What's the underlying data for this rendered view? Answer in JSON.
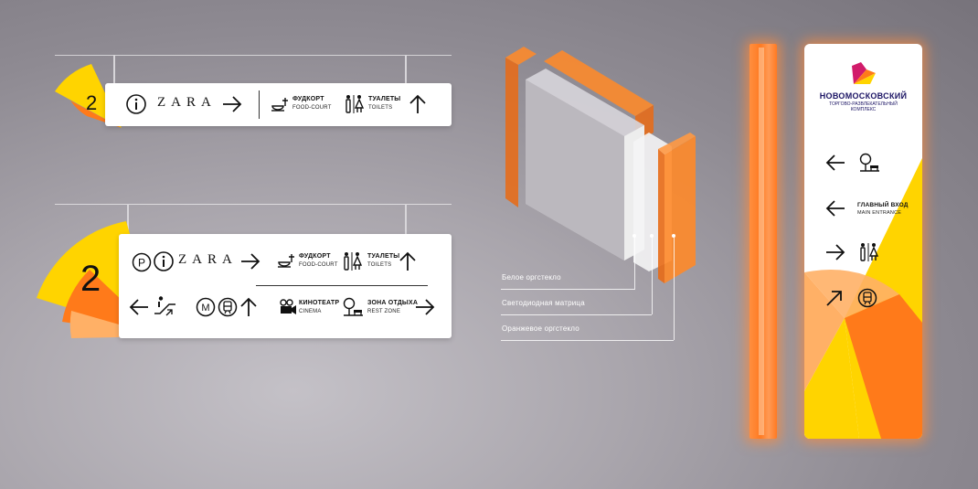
{
  "sign_small": {
    "floor": "2",
    "brand": "ZARA",
    "food": {
      "ru": "ФУДКОРТ",
      "en": "FOOD-COURT"
    },
    "toilets": {
      "ru": "ТУАЛЕТЫ",
      "en": "TOILETS"
    }
  },
  "sign_large": {
    "floor": "2",
    "brand": "ZARA",
    "parking": "P",
    "metro": "M",
    "food": {
      "ru": "ФУДКОРТ",
      "en": "FOOD-COURT"
    },
    "toilets": {
      "ru": "ТУАЛЕТЫ",
      "en": "TOILETS"
    },
    "cinema": {
      "ru": "КИНОТЕАТР",
      "en": "CINEMA"
    },
    "rest": {
      "ru": "ЗОНА ОТДЫХА",
      "en": "REST ZONE"
    }
  },
  "diagram": {
    "callouts": [
      "Белое оргстекло",
      "Светодиодная матрица",
      "Оранжевое оргстекло"
    ]
  },
  "totem": {
    "brand": "НОВОМОСКОВСКИЙ",
    "subtitle_1": "ТОРГОВО-РАЗВЛЕКАТЕЛЬНЫЙ",
    "subtitle_2": "КОМПЛЕКС",
    "main_entrance": {
      "ru": "ГЛАВНЫЙ ВХОД",
      "en": "MAIN ENTRANCE"
    }
  },
  "colors": {
    "yellow": "#ffd400",
    "orange": "#ff7a1a",
    "light_orange": "#ffb066",
    "glow": "#ff8a3a"
  }
}
